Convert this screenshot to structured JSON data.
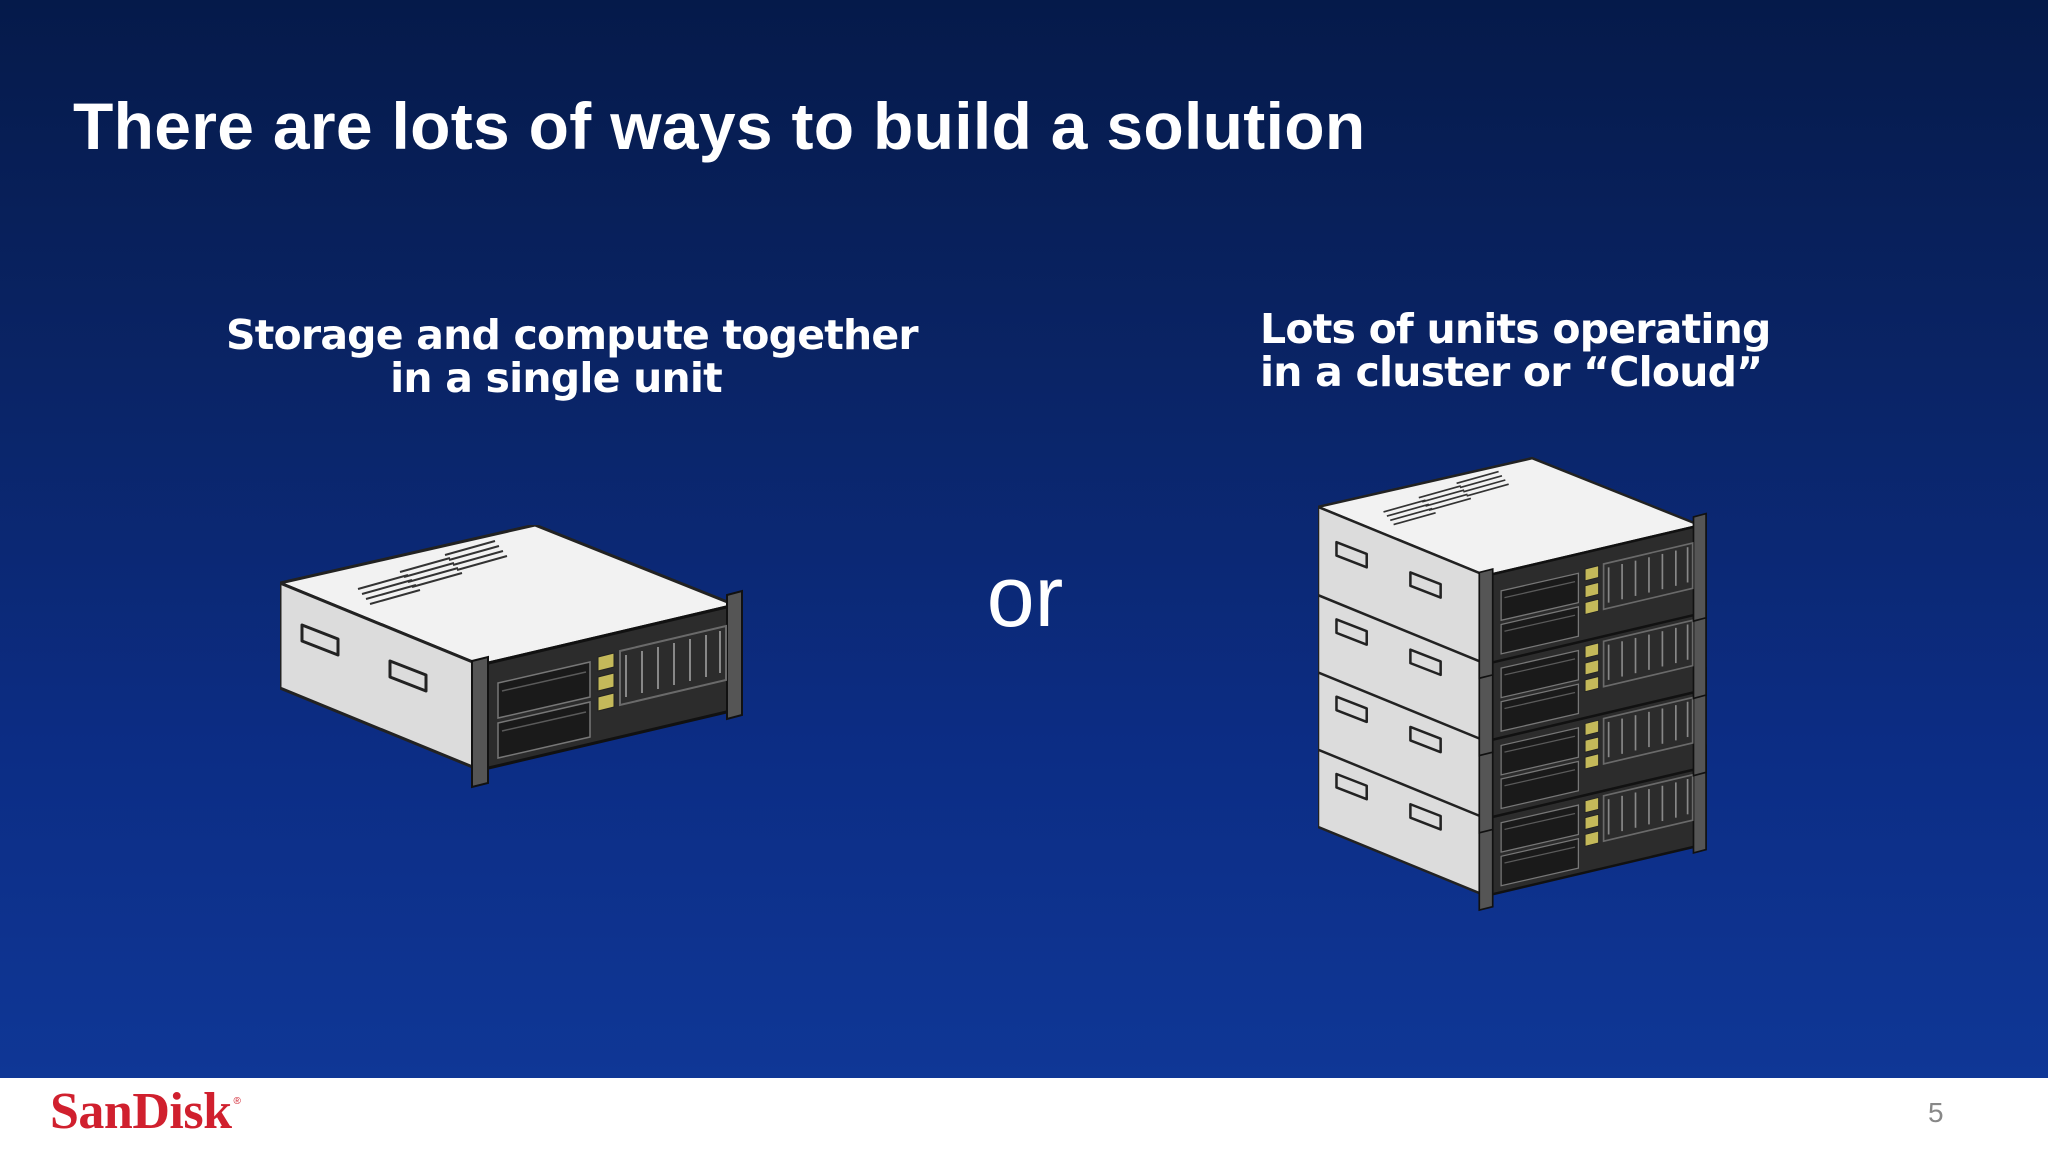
{
  "slide": {
    "title": "There are lots of ways to build a solution",
    "left_caption": {
      "line1": "Storage and compute together",
      "line2": "in a single unit"
    },
    "right_caption": {
      "line1": "Lots of units operating",
      "line2": "in a cluster or “Cloud”"
    },
    "separator_word": "or",
    "page_number": "5"
  },
  "footer": {
    "logo_text": "SanDisk",
    "logo_mark": "®"
  },
  "illustrations": {
    "single": "server-chassis-icon",
    "stack": "server-stack-icon",
    "stack_units": 4
  },
  "colors": {
    "background_top": "#051a4a",
    "background_bottom": "#0f3796",
    "logo_red": "#d0202e",
    "text_white": "#ffffff"
  }
}
